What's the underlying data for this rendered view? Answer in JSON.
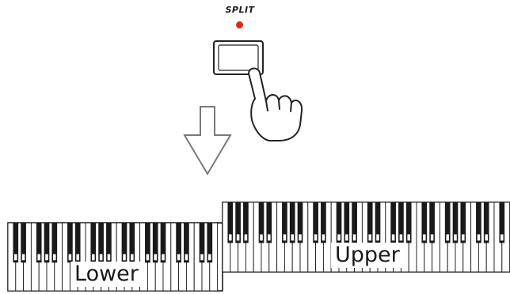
{
  "split_button": {
    "label": "SPLIT",
    "led_color": "#e0251b"
  },
  "keyboards": {
    "lower": {
      "label": "Lower"
    },
    "upper": {
      "label": "Upper"
    }
  },
  "arrow": {
    "icon": "down-arrow-icon"
  },
  "hand": {
    "icon": "pointing-hand-icon"
  }
}
